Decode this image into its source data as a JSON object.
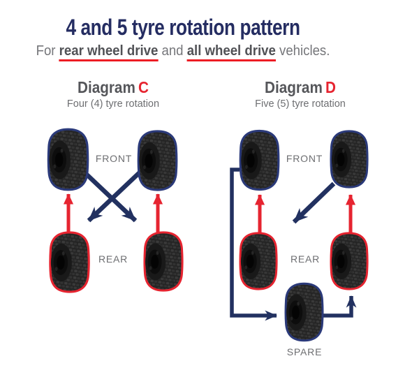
{
  "colors": {
    "background": "#FFFFFF",
    "title_navy": "#252D62",
    "arrow_navy": "#223160",
    "accent_red": "#E62430",
    "underline_red": "#ED1C24",
    "heading_gray": "#55565A",
    "body_gray": "#6D6E71",
    "subtitle_bold_gray": "#515256",
    "tyre_outline_blue": "#2B3A7A",
    "tyre_outline_red": "#E62430"
  },
  "header": {
    "title": "4 and 5 tyre rotation pattern",
    "subtitle_prefix": "For ",
    "subtitle_bold_1": "rear wheel drive",
    "subtitle_middle": " and ",
    "subtitle_bold_2": "all wheel drive",
    "subtitle_suffix": " vehicles."
  },
  "diagram_c": {
    "heading_word": "Diagram",
    "heading_letter": "C",
    "subheading": "Four (4) tyre rotation",
    "front_label": "FRONT",
    "rear_label": "REAR"
  },
  "diagram_d": {
    "heading_word": "Diagram",
    "heading_letter": "D",
    "subheading": "Five (5) tyre rotation",
    "front_label": "FRONT",
    "rear_label": "REAR",
    "spare_label": "SPARE"
  }
}
